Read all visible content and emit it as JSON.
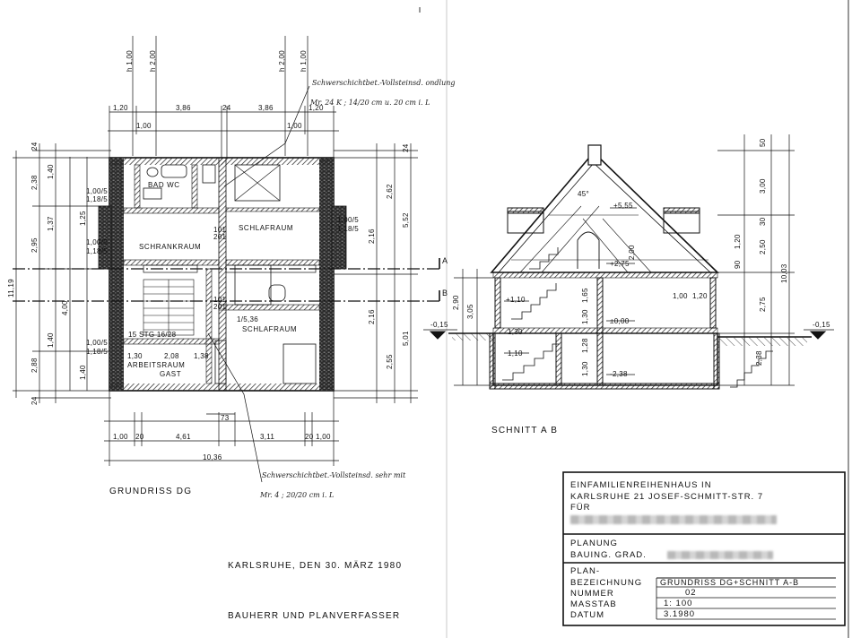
{
  "floorplan": {
    "title": "GRUNDRISS DG",
    "rooms": {
      "bad_wc": "BAD WC",
      "schlafraum_1": "SCHLAFRAUM",
      "schrankraum": "SCHRANKRAUM",
      "schlafraum_2": "SCHLAFRAUM",
      "arbeitsraum": "ARBEITSRAUM",
      "gast": "GAST",
      "stg": "15 STG 16/28"
    },
    "top_dims": [
      "1,20",
      "3,86",
      "24",
      "3,86",
      "1,20"
    ],
    "top_sub_dims": [
      "1,00",
      "1,00"
    ],
    "bottom_dims": [
      "1,00",
      "20",
      "4,61",
      "3,11",
      "20",
      "1,00"
    ],
    "bottom_sub_dim": "73",
    "total_width": "10,36",
    "left_dims": [
      "24",
      "2,38",
      "2,95",
      "4,00",
      "2,88",
      "24"
    ],
    "left_total": "11,19",
    "right_dims": [
      "2,62",
      "5,52",
      "5,01",
      "2,55",
      "24"
    ],
    "right_inner_dims": [
      "2,16",
      "2,16"
    ],
    "left_inner_dims": [
      "1,40",
      "1,37",
      "1,25",
      "1,40",
      "1,40"
    ],
    "window_dims": [
      "1,00/5",
      "1,18/5",
      "1,00/5",
      "1,18/5",
      "1,00/5",
      "1,18/5",
      "1,00/5",
      "1,18/5"
    ],
    "door_dims": [
      "101",
      "201",
      "101",
      "201"
    ],
    "heights": [
      "h 1,00",
      "h 2,00",
      "h 2,00",
      "h 1,00"
    ],
    "misc_dims": [
      "2,08",
      "1,38",
      "1,30",
      "1/5,36"
    ],
    "section_marks": [
      "A",
      "B"
    ]
  },
  "annotations": {
    "note_top_1": "Schwerschichtbet.-Vollsteinsd. ondlung",
    "note_top_2": "Mr. 24 K ; 14/20 cm u. 20 cm i. L",
    "note_bottom_1": "Schwerschichtbet.-Vollsteinsd. sehr mit",
    "note_bottom_2": "Mr. 4 ; 20/20 cm i. L"
  },
  "section": {
    "title": "SCHNITT A B",
    "levels": [
      "+5,55",
      "+2,75",
      "±0,00",
      "-2,38",
      "+1,10",
      "-0,15",
      "-0,15"
    ],
    "roof_angle": "45°",
    "right_dims": [
      "50",
      "3,00",
      "30",
      "2,50",
      "1,20",
      "90",
      "2,75",
      "10,03"
    ],
    "left_dims": [
      "2,90",
      "3,05"
    ],
    "inner_dims": [
      "2,00",
      "1,65",
      "1,30",
      "1,28",
      "1,30",
      "1,00",
      "1,20",
      "1,30",
      "1,10",
      "2,38"
    ]
  },
  "footer": {
    "place_date": "KARLSRUHE, DEN 30. MÄRZ 1980",
    "signature": "BAUHERR UND PLANVERFASSER"
  },
  "title_block": {
    "project_line1": "EINFAMILIENREIHENHAUS IN",
    "project_line2": "KARLSRUHE 21  JOSEF-SCHMITT-STR. 7",
    "project_line3": "FÜR",
    "planung_label": "PLANUNG",
    "planer_label": "BAUING. GRAD.",
    "plan_label": "PLAN-",
    "bezeichnung_label": "BEZEICHNUNG",
    "bezeichnung_value": "GRUNDRISS DG+SCHNITT A-B",
    "nummer_label": "NUMMER",
    "nummer_value": "02",
    "massstab_label": "MASSTAB",
    "massstab_value": "1: 100",
    "datum_label": "DATUM",
    "datum_value": "3.1980"
  },
  "colors": {
    "ink": "#111111",
    "wall": "#2a2a2a",
    "paper": "#ffffff"
  }
}
